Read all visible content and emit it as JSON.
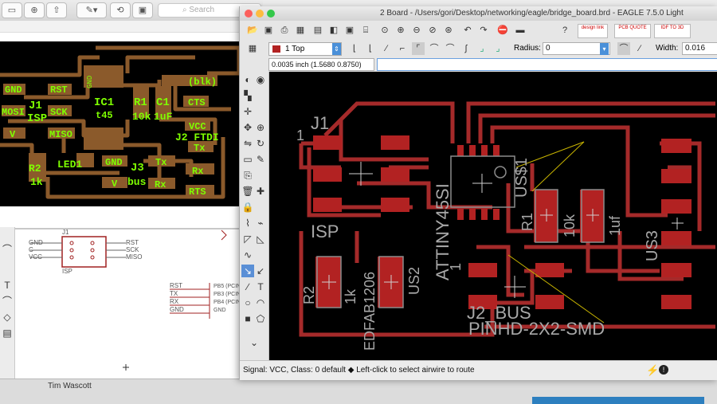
{
  "background_window": {
    "search_placeholder": "Search",
    "board_labels": [
      {
        "name": "gnd",
        "text": "GND"
      },
      {
        "name": "rst",
        "text": "RST"
      },
      {
        "name": "j1",
        "text": "J1"
      },
      {
        "name": "isp",
        "text": "ISP"
      },
      {
        "name": "ic1",
        "text": "IC1"
      },
      {
        "name": "t45",
        "text": "t45"
      },
      {
        "name": "r1",
        "text": "R1"
      },
      {
        "name": "c1",
        "text": "C1"
      },
      {
        "name": "10k",
        "text": "10k"
      },
      {
        "name": "1uf",
        "text": "1uF"
      },
      {
        "name": "mosi",
        "text": "MOSI"
      },
      {
        "name": "sck",
        "text": "SCK"
      },
      {
        "name": "miso",
        "text": "MISO"
      },
      {
        "name": "v",
        "text": "V"
      },
      {
        "name": "cts",
        "text": "CTS"
      },
      {
        "name": "vcc",
        "text": "VCC"
      },
      {
        "name": "j2ftdi",
        "text": "J2 FTDI"
      },
      {
        "name": "tx",
        "text": "Tx"
      },
      {
        "name": "rx",
        "text": "Rx"
      },
      {
        "name": "r2",
        "text": "R2"
      },
      {
        "name": "1k",
        "text": "1k"
      },
      {
        "name": "led1",
        "text": "LED1"
      },
      {
        "name": "gnd2",
        "text": "GND"
      },
      {
        "name": "j3",
        "text": "J3"
      },
      {
        "name": "bus",
        "text": "bus"
      },
      {
        "name": "tx2",
        "text": "Tx"
      },
      {
        "name": "rx2",
        "text": "Rx"
      },
      {
        "name": "rts",
        "text": "RTS"
      },
      {
        "name": "v2",
        "text": "V"
      },
      {
        "name": "blk",
        "text": "(blk)"
      }
    ],
    "schematic_labels": {
      "j1": "J1",
      "isp": "ISP",
      "gnd": "GND",
      "c": "C",
      "vcc": "VCC",
      "rst": "RST",
      "sck": "SCK",
      "miso": "MISO",
      "rst2": "RST",
      "tx": "TX",
      "rx": "RX",
      "gnd2": "GND",
      "pb5": "PB5 (PCIN",
      "pb3": "PB3 (PCIN",
      "pb4": "PB4 (PCIN",
      "gnd3": "GND"
    },
    "bottom_name": "Tim Wascott"
  },
  "window": {
    "title": "2 Board - /Users/gori/Desktop/networking/eagle/bridge_board.brd - EAGLE 7.5.0 Light"
  },
  "toolbar": {
    "layer": "1 Top",
    "radius_label": "Radius:",
    "radius_value": "0",
    "width_label": "Width:",
    "width_value": "0.016",
    "design_link": "design link",
    "pcb_quote": "PCB QUOTE",
    "idf_to_3d": "IDF TO 3D"
  },
  "coords": "0.0035 inch (1.5680 0.8750)",
  "canvas_labels": {
    "j1": "J1",
    "one": "1",
    "isp": "ISP",
    "attiny": "ATTINY45SI",
    "us1": "US$1",
    "r1": "R1",
    "10k": "10k",
    "1uf": "1uf",
    "us3": "US3",
    "j2bus": "J2_BUS",
    "r2": "R2",
    "1k": "1k",
    "us2": "US2",
    "one2": "1",
    "edfab": "EDFAB1206",
    "pinhd": "PINHD-2X2-SMD"
  },
  "status": "Signal: VCC, Class: 0 default  ◆ Left-click to select airwire to route",
  "colors": {
    "copper": "#b22222",
    "trace": "#a52a2a",
    "bg_board": "#000000",
    "silk_bg": "#8b5a2b",
    "label_green": "#7fff00"
  }
}
